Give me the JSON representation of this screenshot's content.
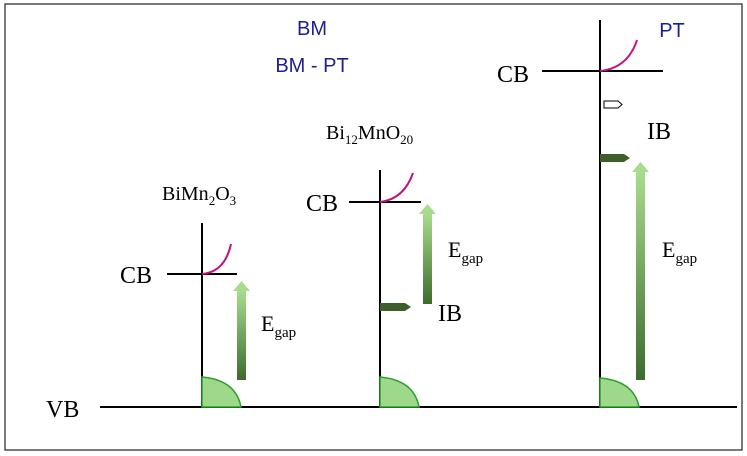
{
  "legend": {
    "line1": "BM",
    "line2": "BM - PT",
    "line3": "PT",
    "color": "#1f1f8f"
  },
  "axis": {
    "vb_label": "VB"
  },
  "materials": [
    {
      "formula_parts": [
        "BiMn",
        "2",
        "O",
        "3"
      ],
      "cb_label": "CB",
      "egap_main": "E",
      "egap_sub": "gap"
    },
    {
      "formula_parts": [
        "Bi",
        "12",
        "MnO",
        "20"
      ],
      "cb_label": "CB",
      "ib_label": "IB",
      "egap_main": "E",
      "egap_sub": "gap"
    },
    {
      "cb_label": "CB",
      "ib_label": "IB",
      "egap_main": "E",
      "egap_sub": "gap"
    }
  ],
  "colors": {
    "curve": "#c0137e",
    "vb_fill": "#9ed88a",
    "vb_stroke": "#2e9e2e",
    "arrow_top": "#a8dc8c",
    "arrow_bottom": "#3d6b2e",
    "ib_marker": "#3e5f2c"
  }
}
